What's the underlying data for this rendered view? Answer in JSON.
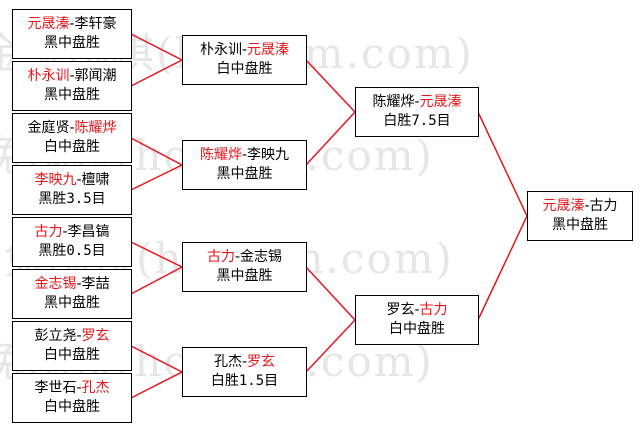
{
  "watermark": "金兔围棋(hoetom.com)",
  "r1": [
    {
      "w": "元晟溱",
      "sep": "-",
      "l": "李轩豪",
      "result": "黑中盘胜"
    },
    {
      "w": "朴永训",
      "sep": "-",
      "l": "郭闻潮",
      "result": "黑中盘胜"
    },
    {
      "l": "金庭贤",
      "sep": "-",
      "w": "陈耀烨",
      "result": "白中盘胜"
    },
    {
      "w": "李映九",
      "sep": "-",
      "l": "檀啸",
      "result": "黑胜3.5目"
    },
    {
      "w": "古力",
      "sep": "-",
      "l": "李昌镐",
      "result": "黑胜0.5目"
    },
    {
      "w": "金志锡",
      "sep": "-",
      "l": "李喆",
      "result": "黑中盘胜"
    },
    {
      "l": "彭立尧",
      "sep": "-",
      "w": "罗玄",
      "result": "白中盘胜"
    },
    {
      "l": "李世石",
      "sep": "-",
      "w": "孔杰",
      "result": "白中盘胜"
    }
  ],
  "r2": [
    {
      "l": "朴永训",
      "sep": "-",
      "w": "元晟溱",
      "result": "白中盘胜"
    },
    {
      "w": "陈耀烨",
      "sep": "-",
      "l": "李映九",
      "result": "黑中盘胜"
    },
    {
      "w": "古力",
      "sep": "-",
      "l": "金志锡",
      "result": "黑中盘胜"
    },
    {
      "l": "孔杰",
      "sep": "-",
      "w": "罗玄",
      "result": "白胜1.5目"
    }
  ],
  "r3": [
    {
      "l": "陈耀烨",
      "sep": "-",
      "w": "元晟溱",
      "result": "白胜7.5目"
    },
    {
      "l": "罗玄",
      "sep": "-",
      "w": "古力",
      "result": "白中盘胜"
    }
  ],
  "final": {
    "w": "元晟溱",
    "sep": "-",
    "l": "古力",
    "result": "黑中盘胜"
  },
  "colors": {
    "winner": "#e8161a",
    "connector": "#e8161a",
    "border": "#000000"
  }
}
